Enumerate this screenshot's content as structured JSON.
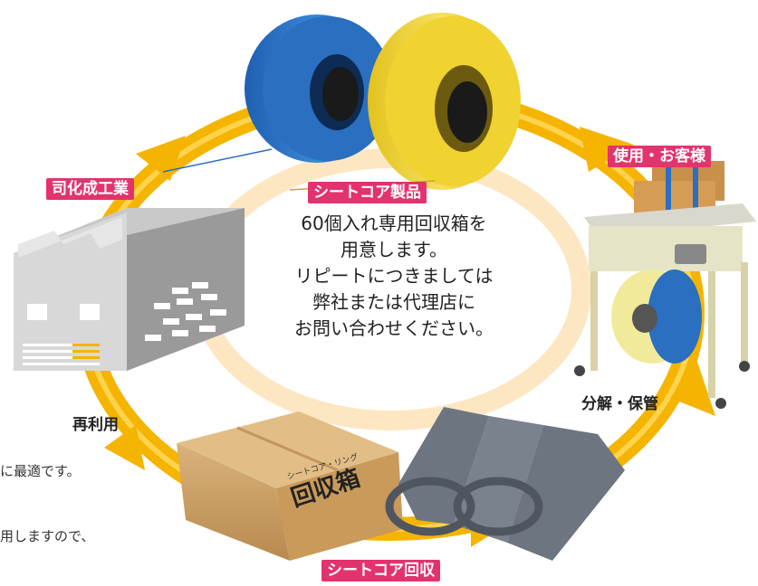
{
  "labels": {
    "company": "司化成工業",
    "customer": "使用・お客様",
    "product": "シートコア製品",
    "recover": "シートコア回収",
    "disassemble": "分解・保管",
    "reuse": "再利用"
  },
  "center_text": [
    "60個入れ専用回収箱を",
    "用意します。",
    "リピートにつきましては",
    "弊社または代理店に",
    "お問い合わせください。"
  ],
  "side_text": [
    "に最適です。",
    "用しますので、"
  ],
  "box_text": {
    "line1": "シートコア・リング",
    "line2": "回収箱"
  },
  "colors": {
    "arrow": "#f5b400",
    "badge": "#e3336e",
    "inner_ring": "#fde7c3",
    "blue_reel": "#2a6fc0",
    "yellow_reel": "#f0d230"
  }
}
